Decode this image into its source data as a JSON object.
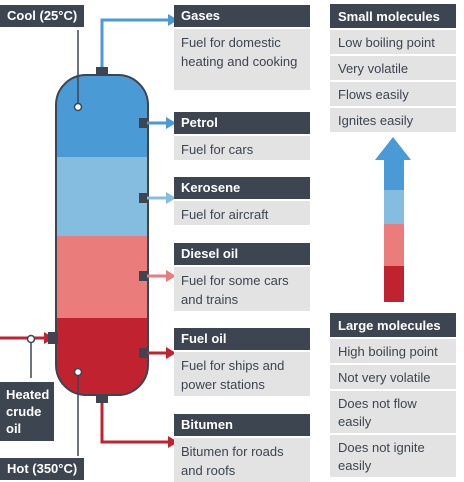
{
  "labels": {
    "cool": "Cool (25°C)",
    "hot": "Hot (350°C)",
    "input": [
      "Heated",
      "crude",
      "oil"
    ]
  },
  "fractions": [
    {
      "name": "Gases",
      "use": "Fuel for domestic heating and cooking",
      "color": "#4a9ad6"
    },
    {
      "name": "Petrol",
      "use": "Fuel for cars",
      "color": "#4a9ad6"
    },
    {
      "name": "Kerosene",
      "use": "Fuel for aircraft",
      "color": "#84bde0"
    },
    {
      "name": "Diesel oil",
      "use": "Fuel for some cars and trains",
      "color": "#ea7c7c"
    },
    {
      "name": "Fuel oil",
      "use": "Fuel for ships and power stations",
      "color": "#c0232f"
    },
    {
      "name": "Bitumen",
      "use": "Bitumen for roads and roofs",
      "color": "#c0232f"
    }
  ],
  "small": {
    "title": "Small molecules",
    "props": [
      "Low boiling point",
      "Very volatile",
      "Flows easily",
      "Ignites easily"
    ]
  },
  "large": {
    "title": "Large molecules",
    "props": [
      "High boiling point",
      "Not very volatile",
      "Does not flow easily",
      "Does not ignite easily"
    ]
  },
  "colors": {
    "dark": "#3d4550",
    "light": "#e3e3e3",
    "blue": "#4a9ad6",
    "light_blue": "#84bde0",
    "pink": "#ea7c7c",
    "red": "#c0232f"
  }
}
